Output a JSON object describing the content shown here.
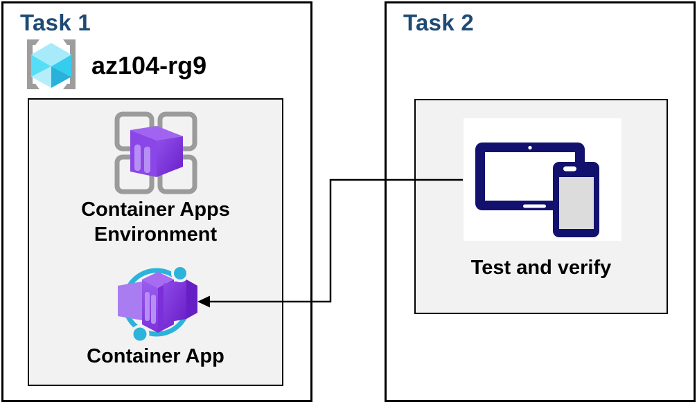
{
  "task1": {
    "title": "Task 1",
    "resource_group": {
      "name": "az104-rg9",
      "icon": "resource-group-icon"
    },
    "nodes": [
      {
        "id": "container-apps-environment",
        "label": "Container Apps Environment",
        "icon": "container-apps-environment-icon"
      },
      {
        "id": "container-app",
        "label": "Container App",
        "icon": "container-app-icon"
      }
    ]
  },
  "task2": {
    "title": "Task 2",
    "nodes": [
      {
        "id": "test-and-verify",
        "label": "Test and verify",
        "icon": "tablet-and-phone-icon"
      }
    ]
  },
  "connector": {
    "from": "test-and-verify",
    "to": "container-app",
    "shape": "elbow",
    "arrowhead": "points-left-at-container-app"
  },
  "colors": {
    "task_title": "#1e4a75",
    "label_text": "#000000",
    "panel_border": "#000000",
    "inner_panel_fill": "#f2f2f2",
    "card_fill": "#ffffff",
    "device_navy": "#12126e",
    "accent_cyan": "#2cb3da",
    "container_purple": "#8a46e6",
    "container_purple_dark": "#6a1fc8",
    "container_purple_light": "#b78ff4",
    "bracket_gray": "#9d9d9d",
    "cube_cyan": "#55def6"
  }
}
